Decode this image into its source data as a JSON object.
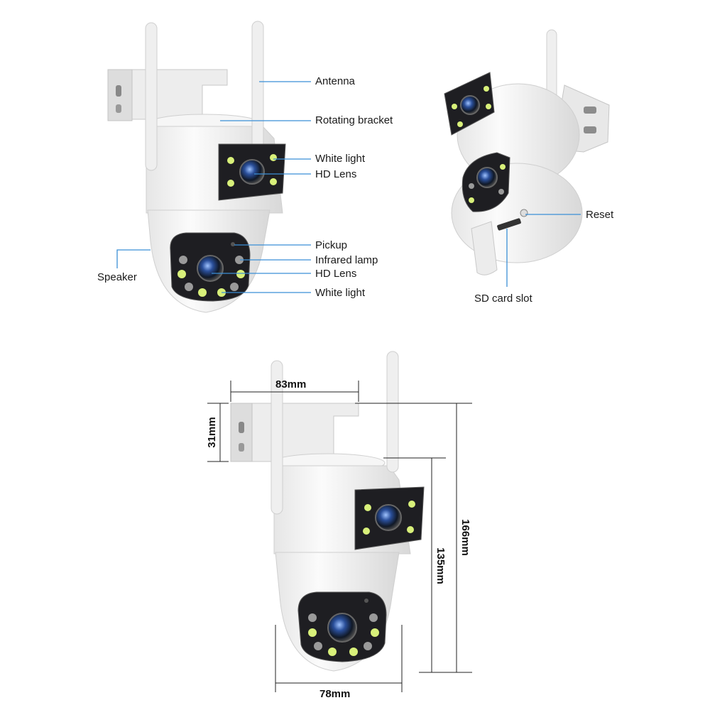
{
  "colors": {
    "callout_line": "#3b8fd6",
    "dimension_line": "#222222",
    "body_white": "#f4f4f4",
    "body_shade": "#dcdcdc",
    "lens_panel": "#1e1e22",
    "led_white": "#d8f07a",
    "led_ir": "#9a9a9a",
    "lens_blue": "#3a5fa8"
  },
  "front_view_labels": {
    "antenna": "Antenna",
    "rotating_bracket": "Rotating bracket",
    "white_light_top": "White light",
    "hd_lens_top": "HD Lens",
    "pickup": "Pickup",
    "infrared_lamp": "Infrared lamp",
    "hd_lens_bottom": "HD Lens",
    "white_light_bottom": "White light",
    "speaker": "Speaker"
  },
  "side_view_labels": {
    "reset": "Reset",
    "sd_card_slot": "SD card slot"
  },
  "dimensions": {
    "width_top": "83mm",
    "bracket_height": "31mm",
    "total_height": "166mm",
    "body_height": "135mm",
    "body_width": "78mm"
  }
}
